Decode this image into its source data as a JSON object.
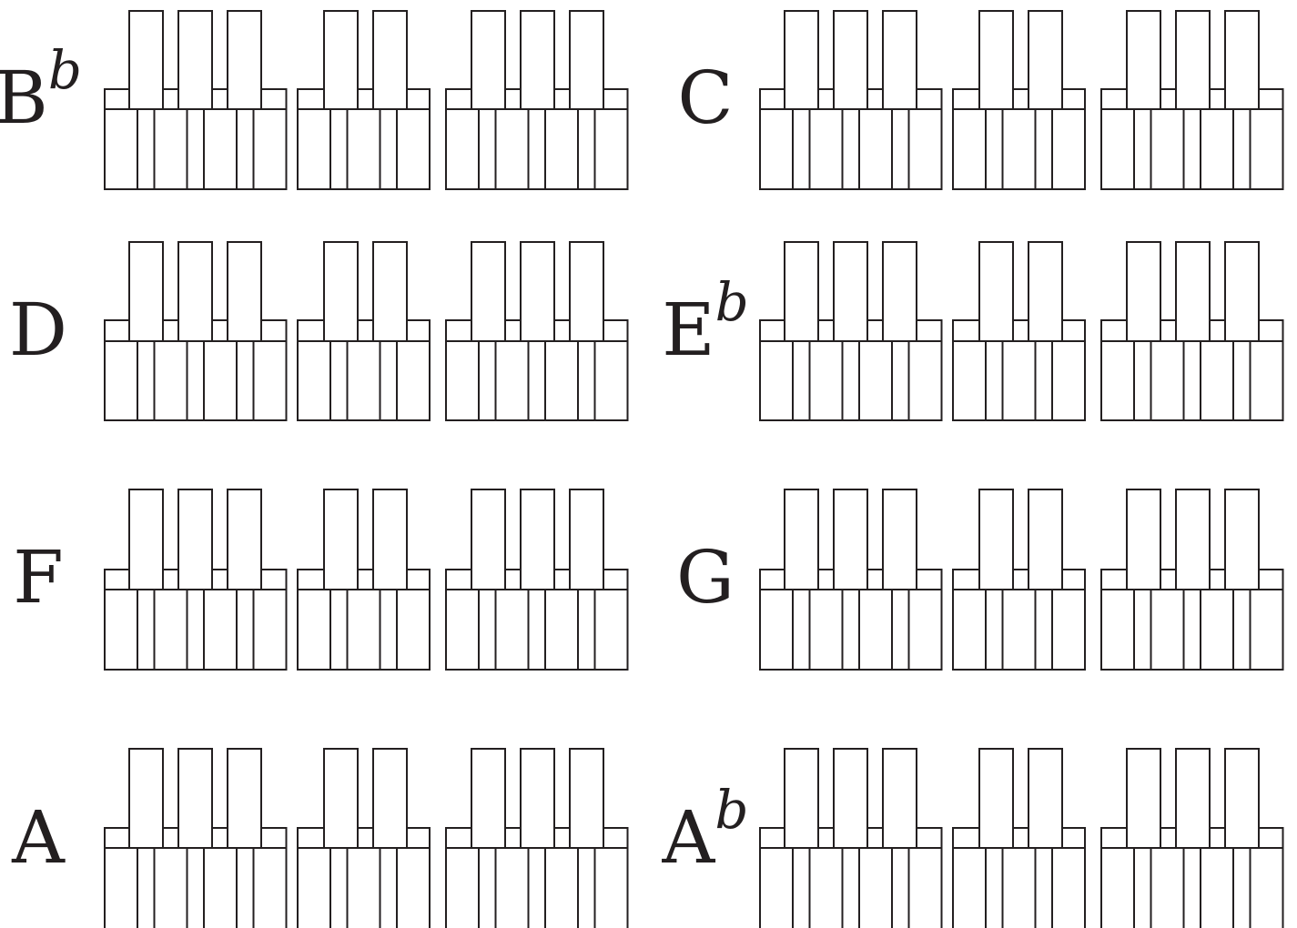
{
  "chords": [
    {
      "root": "B",
      "accidental": "b"
    },
    {
      "root": "C",
      "accidental": ""
    },
    {
      "root": "D",
      "accidental": ""
    },
    {
      "root": "E",
      "accidental": "b"
    },
    {
      "root": "F",
      "accidental": ""
    },
    {
      "root": "G",
      "accidental": ""
    },
    {
      "root": "A",
      "accidental": ""
    },
    {
      "root": "A",
      "accidental": "b"
    }
  ],
  "keyboard": {
    "groups": [
      {
        "white_keys": 4,
        "black_keys": 3
      },
      {
        "white_keys": 3,
        "black_keys": 2
      },
      {
        "white_keys": 4,
        "black_keys": 3
      }
    ],
    "highlighted_keys": []
  },
  "colors": {
    "line": "#231f20",
    "key_fill": "#ffffff",
    "background": "#ffffff"
  }
}
